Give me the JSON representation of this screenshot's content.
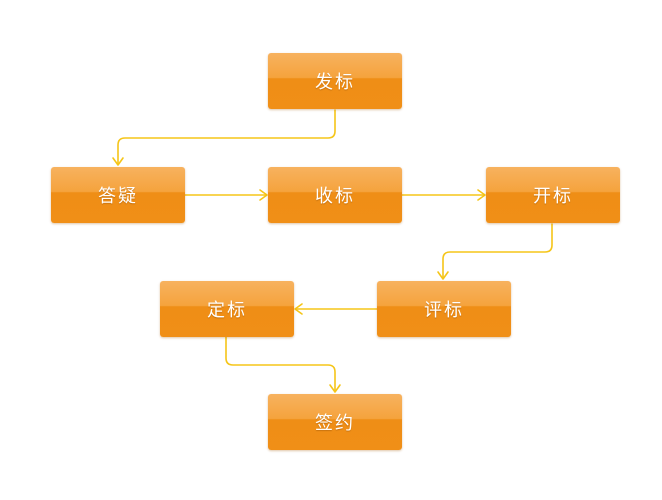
{
  "colors": {
    "node_fill": "#f0901a",
    "node_text": "#ffffff",
    "connector": "#f5c518"
  },
  "nodes": {
    "fabiao": "发标",
    "dayi": "答疑",
    "shoubiao": "收标",
    "kaibiao": "开标",
    "pingbiao": "评标",
    "dingbiao": "定标",
    "qianyue": "签约"
  },
  "edges": [
    {
      "from": "发标",
      "to": "答疑"
    },
    {
      "from": "答疑",
      "to": "收标"
    },
    {
      "from": "收标",
      "to": "开标"
    },
    {
      "from": "开标",
      "to": "评标"
    },
    {
      "from": "评标",
      "to": "定标"
    },
    {
      "from": "定标",
      "to": "签约"
    }
  ]
}
